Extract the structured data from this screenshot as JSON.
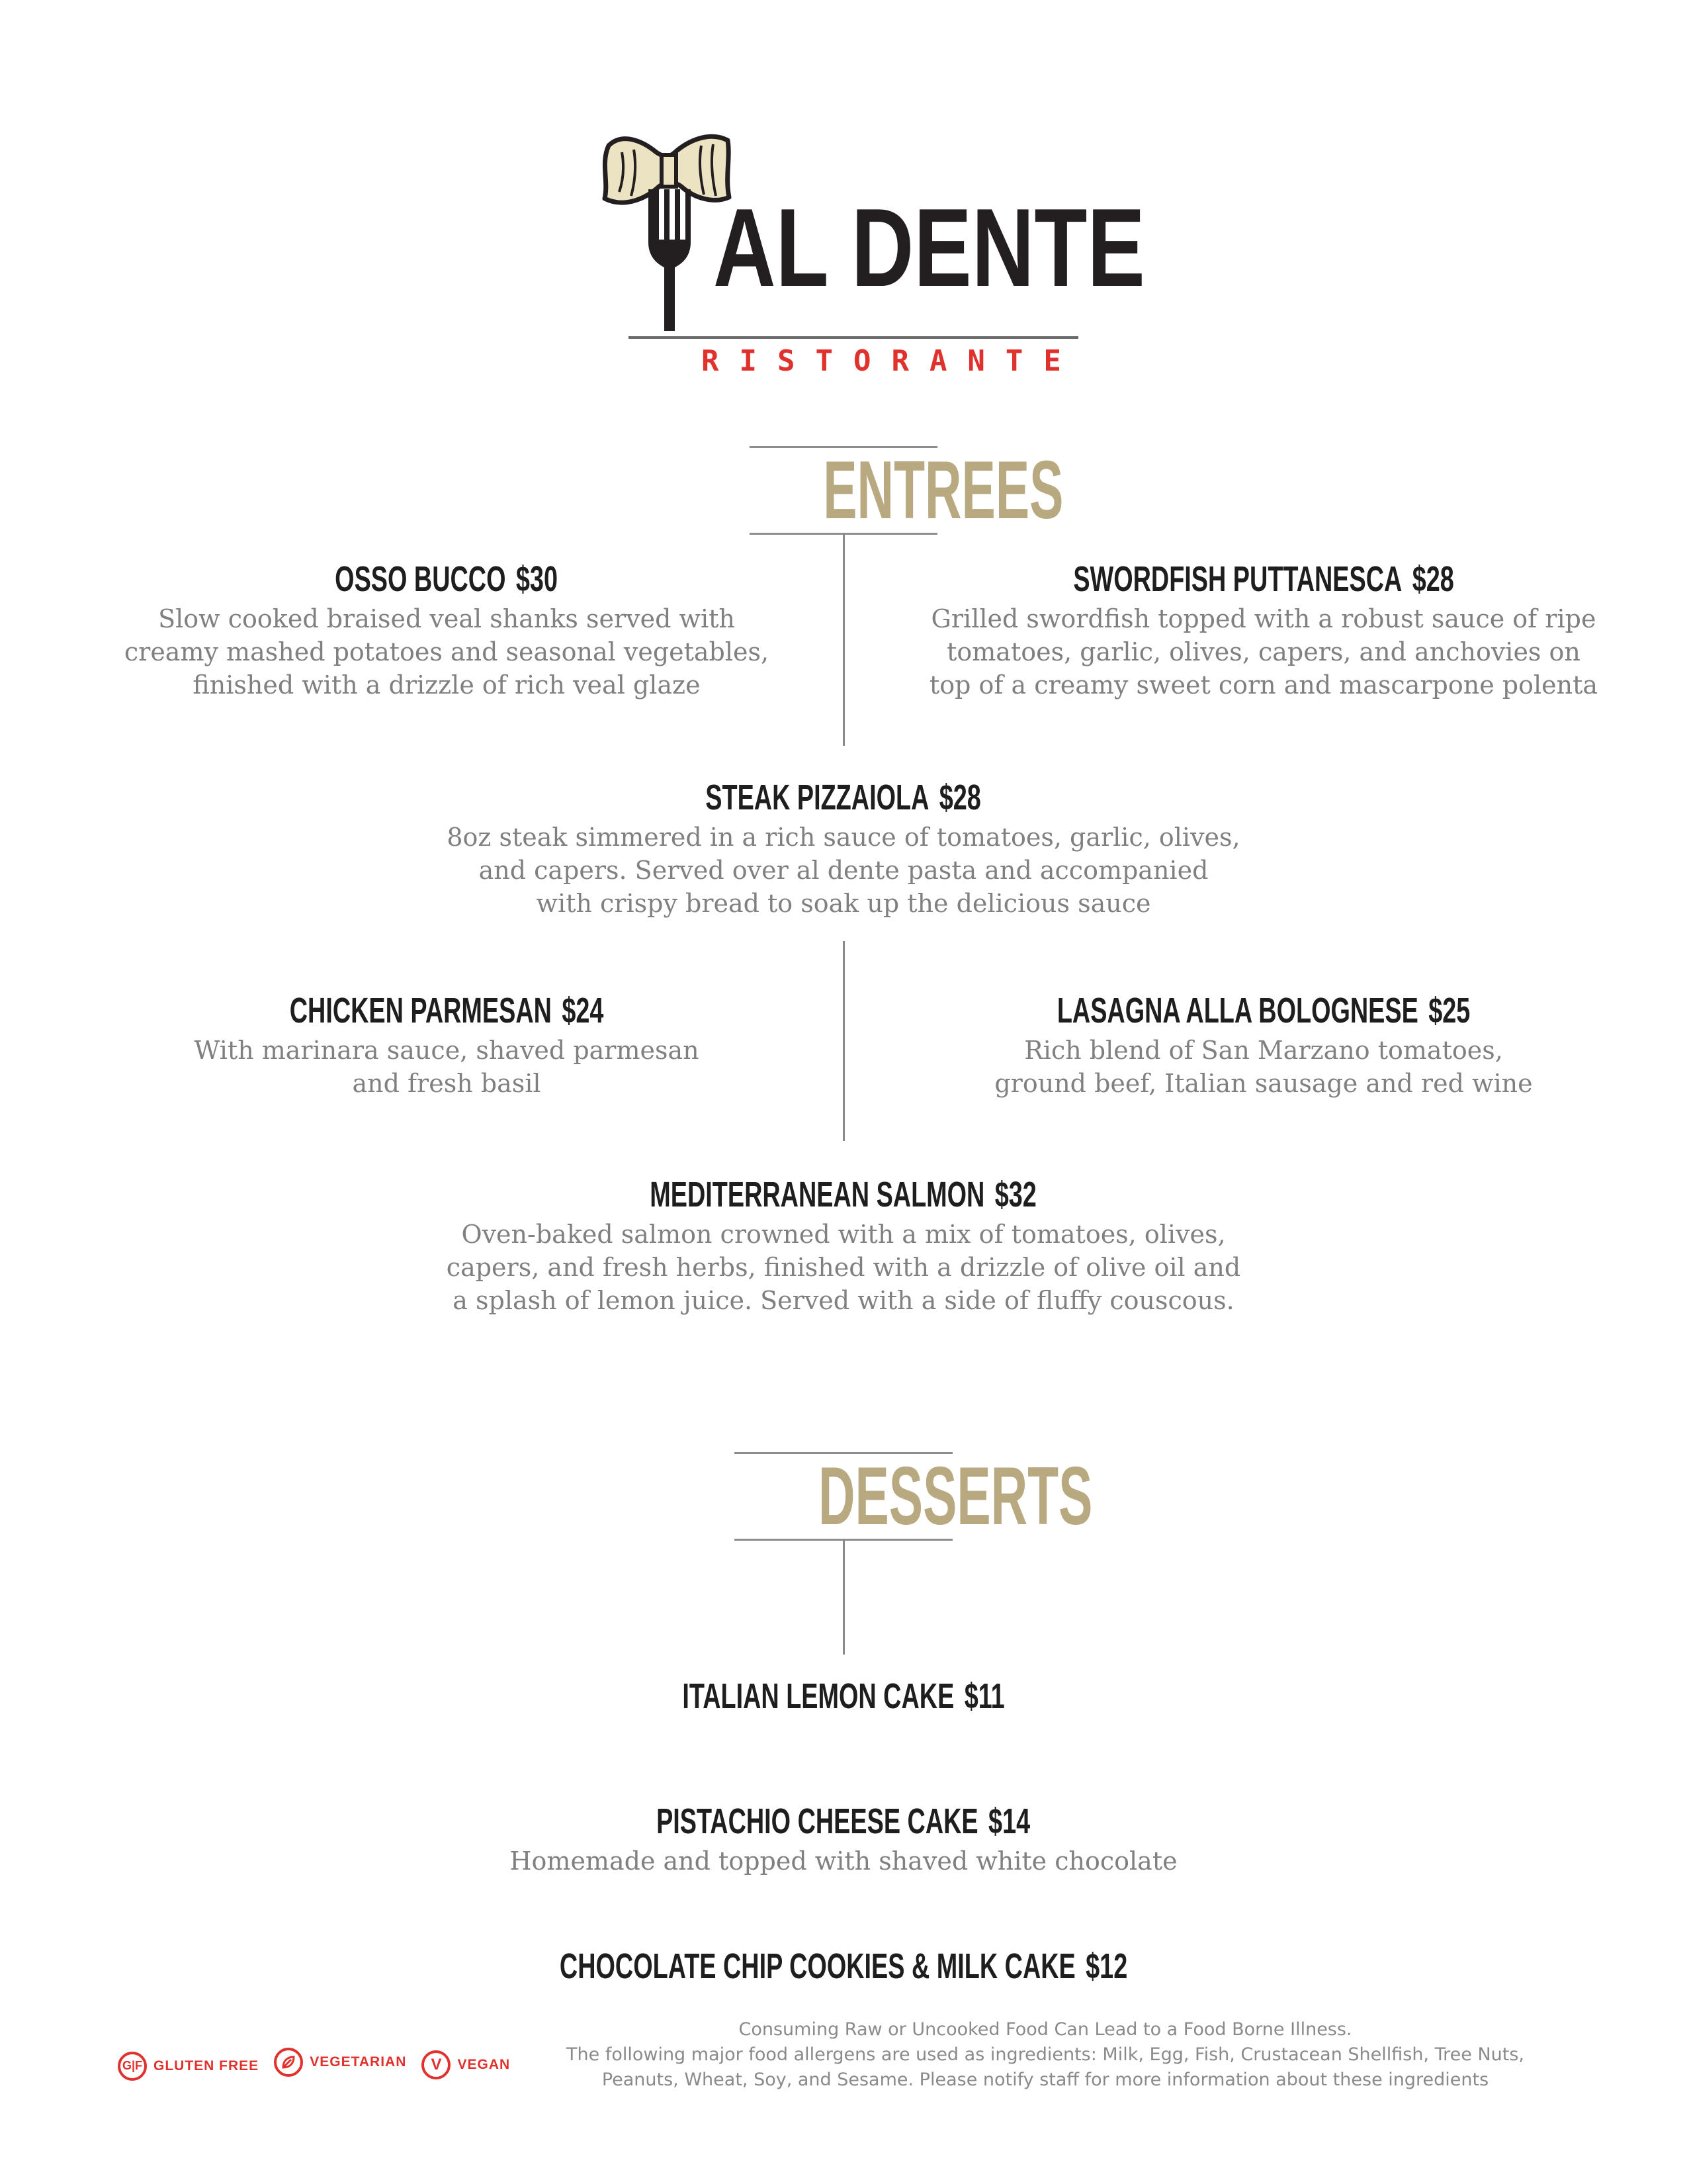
{
  "brand": {
    "name": "AL DENTE",
    "subtitle": "RISTORANTE"
  },
  "sections": {
    "entrees": {
      "title": "ENTREES"
    },
    "desserts": {
      "title": "DESSERTS"
    }
  },
  "entrees": [
    {
      "name": "OSSO BUCCO",
      "price": "$30",
      "description_lines": [
        "Slow cooked braised veal shanks served with",
        "creamy mashed potatoes and seasonal vegetables,",
        "finished with a drizzle of rich veal glaze"
      ]
    },
    {
      "name": "SWORDFISH PUTTANESCA",
      "price": "$28",
      "description_lines": [
        "Grilled swordfish topped with a robust sauce of ripe",
        "tomatoes, garlic, olives, capers, and anchovies on",
        "top of a creamy sweet corn and mascarpone polenta"
      ]
    },
    {
      "name": "STEAK PIZZAIOLA",
      "price": "$28",
      "description_lines": [
        "8oz steak simmered in a rich sauce of tomatoes, garlic, olives,",
        "and capers. Served over al dente pasta and accompanied",
        "with crispy bread to soak up the delicious sauce"
      ]
    },
    {
      "name": "CHICKEN PARMESAN",
      "price": "$24",
      "description_lines": [
        "With marinara sauce, shaved parmesan",
        "and fresh basil"
      ]
    },
    {
      "name": "LASAGNA ALLA BOLOGNESE",
      "price": "$25",
      "description_lines": [
        "Rich blend of San Marzano tomatoes,",
        "ground beef, Italian sausage and red wine"
      ]
    },
    {
      "name": "MEDITERRANEAN SALMON",
      "price": "$32",
      "description_lines": [
        "Oven-baked salmon crowned with a mix of tomatoes, olives,",
        "capers, and fresh herbs, finished with a drizzle of olive oil and",
        "a splash of lemon juice. Served with a side of fluffy couscous."
      ]
    }
  ],
  "desserts": [
    {
      "name": "ITALIAN LEMON CAKE",
      "price": "$11",
      "description_lines": []
    },
    {
      "name": "PISTACHIO CHEESE CAKE",
      "price": "$14",
      "description_lines": [
        "Homemade and topped with shaved white chocolate"
      ]
    },
    {
      "name": "CHOCOLATE CHIP COOKIES & MILK CAKE",
      "price": "$12",
      "description_lines": []
    }
  ],
  "legend": [
    {
      "icon": "gluten-free-icon",
      "glyph": "G|F",
      "label": "GLUTEN FREE"
    },
    {
      "icon": "vegetarian-icon",
      "glyph": "leaf",
      "label": "VEGETARIAN"
    },
    {
      "icon": "vegan-icon",
      "glyph": "V",
      "label": "VEGAN"
    }
  ],
  "footer": {
    "lines": [
      "Consuming Raw or Uncooked Food Can Lead to a Food Borne Illness.",
      "The following major food allergens are used as ingredients: Milk, Egg, Fish, Crustacean Shellfish, Tree Nuts,",
      "Peanuts, Wheat, Soy, and Sesame. Please notify staff for more information about these ingredients"
    ]
  },
  "colors": {
    "accent_gold": "#b8a981",
    "accent_red": "#e0312c",
    "heading": "#1e1e1e",
    "body_text": "#808080"
  }
}
